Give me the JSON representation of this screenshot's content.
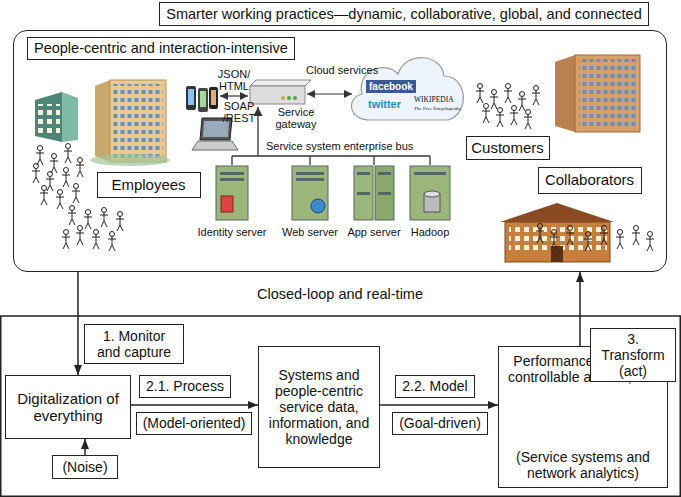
{
  "diagram": {
    "nodes": [
      {
        "text": [
          "Smarter working practices—dynamic, collaborative, global, and connected"
        ]
      },
      {
        "text": [
          "People-centric and interaction-intensive"
        ]
      },
      {
        "text": [
          "Employees"
        ],
        "in": 1
      },
      {
        "text": [
          "Customers"
        ],
        "in": 1
      },
      {
        "text": [
          "Collaborators"
        ],
        "in": 1
      },
      {
        "text": [
          "1. Monitor and capture"
        ]
      },
      {
        "text": [
          "Digitalization of everything"
        ]
      },
      {
        "text": [
          "(Noise)"
        ]
      },
      {
        "text": [
          "2.1. Process"
        ]
      },
      {
        "text": [
          "(Model-oriented)"
        ]
      },
      {
        "text": [
          "Systems and people-centric service data, information, and knowledge"
        ]
      },
      {
        "text": [
          "2.2. Model"
        ]
      },
      {
        "text": [
          "(Goal-driven)"
        ]
      },
      {
        "text": [
          "Performance, insights, controllable actions, etc.",
          "(Service systems and network analytics)"
        ]
      },
      {
        "text": [
          "3. Transform (act)"
        ]
      }
    ],
    "edges": [
      {
        "from": 1,
        "to": 6,
        "arrow": "to"
      },
      {
        "from": 7,
        "to": 6,
        "arrow": "to"
      },
      {
        "from": 6,
        "to": 10,
        "arrow": "to"
      },
      {
        "from": 10,
        "to": 13,
        "arrow": "to"
      },
      {
        "from": 13,
        "to": 1,
        "arrow": "to"
      }
    ],
    "labels": [
      "JSON/ HTML",
      "SOAP /REST",
      "Cloud services",
      "facebook",
      "twitter",
      "WIKIPEDIA",
      "The Free Encyclopedia",
      "Service gateway",
      "Service system enterprise bus",
      "Identity server",
      "Web server",
      "App server",
      "Hadoop",
      "Closed-loop and real-time"
    ]
  }
}
